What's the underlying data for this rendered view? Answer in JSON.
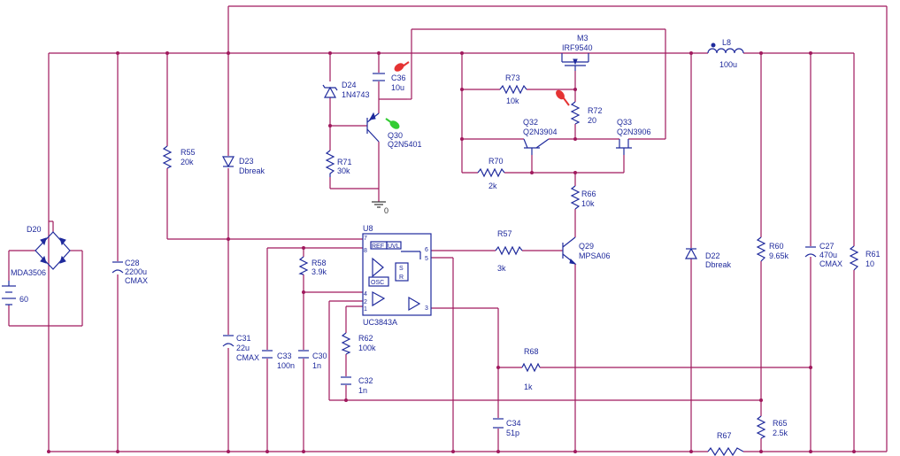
{
  "components": {
    "D20": {
      "ref": "D20",
      "value": "MDA3506"
    },
    "V": {
      "value": "60"
    },
    "C28": {
      "ref": "C28",
      "value": "2200u",
      "extra": "CMAX"
    },
    "R55": {
      "ref": "R55",
      "value": "20k"
    },
    "D23": {
      "ref": "D23",
      "value": "Dbreak"
    },
    "D24": {
      "ref": "D24",
      "value": "1N4743"
    },
    "R71": {
      "ref": "R71",
      "value": "30k"
    },
    "C36": {
      "ref": "C36",
      "value": "10u"
    },
    "Q30": {
      "ref": "Q30",
      "value": "Q2N5401"
    },
    "GND": {
      "value": "0"
    },
    "M3": {
      "ref": "M3",
      "value": "IRF9540"
    },
    "R73": {
      "ref": "R73",
      "value": "10k"
    },
    "R72": {
      "ref": "R72",
      "value": "20"
    },
    "Q32": {
      "ref": "Q32",
      "value": "Q2N3904"
    },
    "Q33": {
      "ref": "Q33",
      "value": "Q2N3906"
    },
    "R70": {
      "ref": "R70",
      "value": "2k"
    },
    "R66": {
      "ref": "R66",
      "value": "10k"
    },
    "L8": {
      "ref": "L8",
      "value": "100u"
    },
    "U8": {
      "ref": "U8",
      "value": "UC3843A"
    },
    "R57": {
      "ref": "R57",
      "value": "3k"
    },
    "Q29": {
      "ref": "Q29",
      "value": "MPSA06"
    },
    "R58": {
      "ref": "R58",
      "value": "3.9k"
    },
    "C31": {
      "ref": "C31",
      "value": "22u",
      "extra": "CMAX"
    },
    "C33": {
      "ref": "C33",
      "value": "100n"
    },
    "C30": {
      "ref": "C30",
      "value": "1n"
    },
    "R62": {
      "ref": "R62",
      "value": "100k"
    },
    "C32": {
      "ref": "C32",
      "value": "1n"
    },
    "C34": {
      "ref": "C34",
      "value": "51p"
    },
    "R68": {
      "ref": "R68",
      "value": "1k"
    },
    "D22": {
      "ref": "D22",
      "value": "Dbreak"
    },
    "R60": {
      "ref": "R60",
      "value": "9.65k"
    },
    "R65": {
      "ref": "R65",
      "value": "2.5k"
    },
    "R67": {
      "ref": "R67",
      "value": ""
    },
    "C27": {
      "ref": "C27",
      "value": "470u",
      "extra": "CMAX"
    },
    "R61": {
      "ref": "R61",
      "value": "10"
    }
  },
  "ic_labels": {
    "ref": "REF",
    "uvl": "UVL",
    "sr_s": "S",
    "sr_r": "R",
    "osc": "OSC",
    "pin7": "7",
    "pin8": "8",
    "pin4": "4",
    "pin2": "2",
    "pin1": "1",
    "pin6": "6",
    "pin5": "5",
    "pin3": "3"
  },
  "probes": [
    {
      "name": "voltage-probe-c36",
      "color": "#e53333"
    },
    {
      "name": "voltage-probe-r72",
      "color": "#e53333"
    },
    {
      "name": "current-probe-q30",
      "color": "#33cc33"
    }
  ],
  "colors": {
    "wire": "#a0195d",
    "component": "#1f2a9c"
  }
}
